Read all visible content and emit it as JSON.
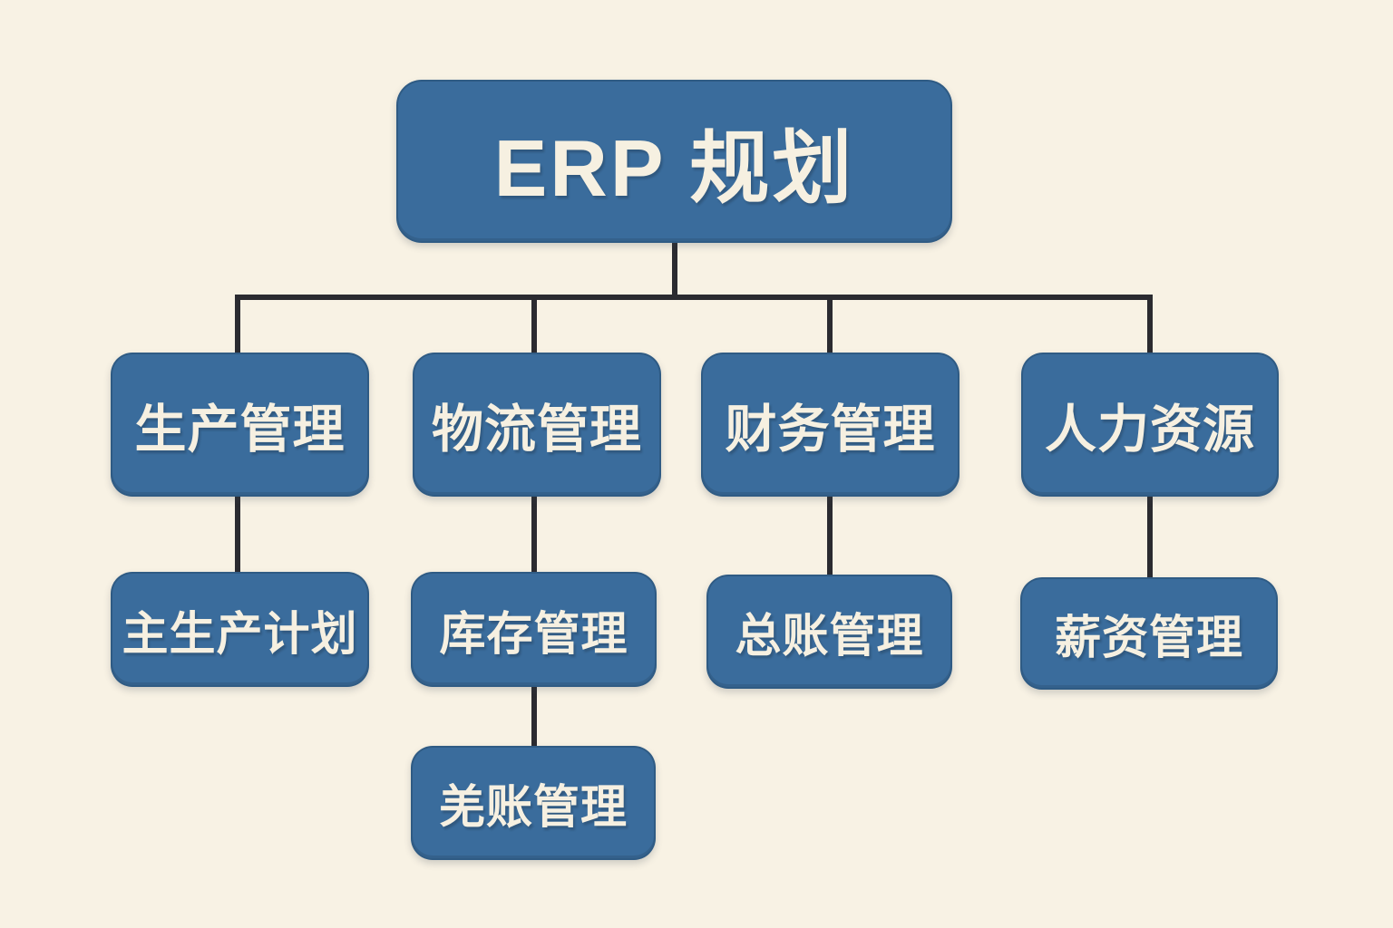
{
  "diagram": {
    "type": "org-chart",
    "root": {
      "label": "ERP 规划"
    },
    "branches": [
      {
        "name": "production",
        "level2": {
          "label": "生产管理"
        },
        "level3": {
          "label": "主生产计划"
        }
      },
      {
        "name": "logistics",
        "level2": {
          "label": "物流管理"
        },
        "level3": {
          "label": "库存管理"
        },
        "level4": {
          "label": "羌账管理"
        }
      },
      {
        "name": "finance",
        "level2": {
          "label": "财务管理"
        },
        "level3": {
          "label": "总账管理"
        }
      },
      {
        "name": "hr",
        "level2": {
          "label": "人力资源"
        },
        "level3": {
          "label": "薪资管理"
        }
      }
    ],
    "colors": {
      "background": "#f8f2e4",
      "node_fill": "#3a6c9c",
      "node_border": "#31608f",
      "node_text": "#f6f0e1",
      "connector": "#2b2b30"
    }
  }
}
